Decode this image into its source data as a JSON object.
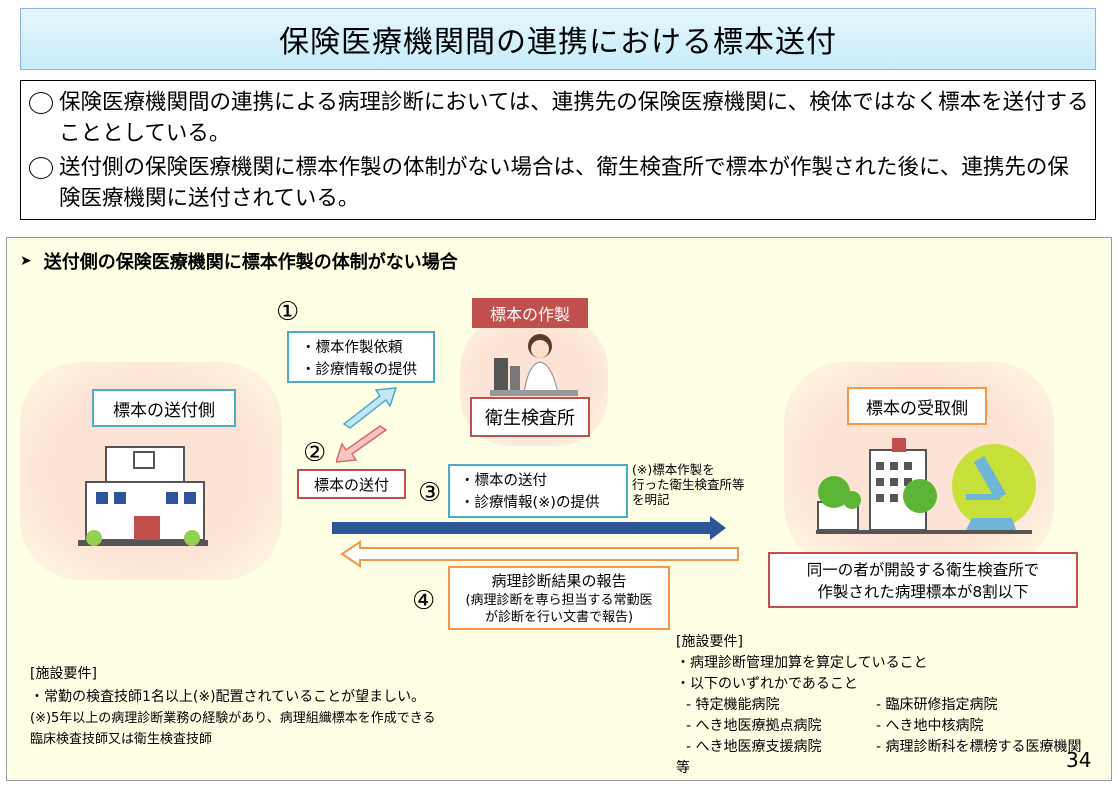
{
  "title": "保険医療機関間の連携における標本送付",
  "summary": {
    "bullets": [
      "保険医療機関間の連携による病理診断においては、連携先の保険医療機関に、検体ではなく標本を送付することとしている。",
      "送付側の保険医療機関に標本作製の体制がない場合は、衛生検査所で標本が作製された後に、連携先の保険医療機関に送付されている。"
    ]
  },
  "diagram": {
    "heading": "送付側の保険医療機関に標本作製の体制がない場合",
    "sender_label": "標本の送付側",
    "lab_tag": "標本の作製",
    "lab_label": "衛生検査所",
    "receiver_label": "標本の受取側",
    "step1": {
      "number": "①",
      "lines": [
        "・標本作製依頼",
        "・診療情報の提供"
      ]
    },
    "step2": {
      "number": "②",
      "label": "標本の送付"
    },
    "step3": {
      "number": "③",
      "lines": [
        "・標本の送付",
        "・診療情報(※)の提供"
      ]
    },
    "step3_note": [
      "(※)標本作製を",
      "行った衛生検査所等",
      "を明記"
    ],
    "step4": {
      "number": "④",
      "title": "病理診断結果の報告",
      "lines": [
        "(病理診断を専ら担当する常勤医",
        "が診断を行い文書で報告)"
      ]
    },
    "receiver_note": [
      "同一の者が開設する衛生検査所で",
      "作製された病理標本が8割以下"
    ],
    "sender_requirements": {
      "header": "[施設要件]",
      "line1": "・常勤の検査技師1名以上(※)配置されていることが望ましい。",
      "line2": "(※)5年以上の病理診断業務の経験があり、病理組織標本を作成できる",
      "line3": "臨床検査技師又は衛生検査技師"
    },
    "receiver_requirements": {
      "header": "[施設要件]",
      "line1": "・病理診断管理加算を算定していること",
      "line2": "・以下のいずれかであること",
      "left_items": [
        "- 特定機能病院",
        "- へき地医療拠点病院",
        "- へき地医療支援病院"
      ],
      "right_items": [
        "- 臨床研修指定病院",
        "- へき地中核病院",
        "- 病理診断科を標榜する医療機関"
      ],
      "tail": "等"
    }
  },
  "page_number": "34",
  "colors": {
    "title_border": "#8db3e2",
    "blue_box": "#4aacc6",
    "orange_box": "#f79646",
    "red_box": "#c0504d",
    "arrow_blue": "#2e5597",
    "panel_bg": "#ffffe6"
  }
}
